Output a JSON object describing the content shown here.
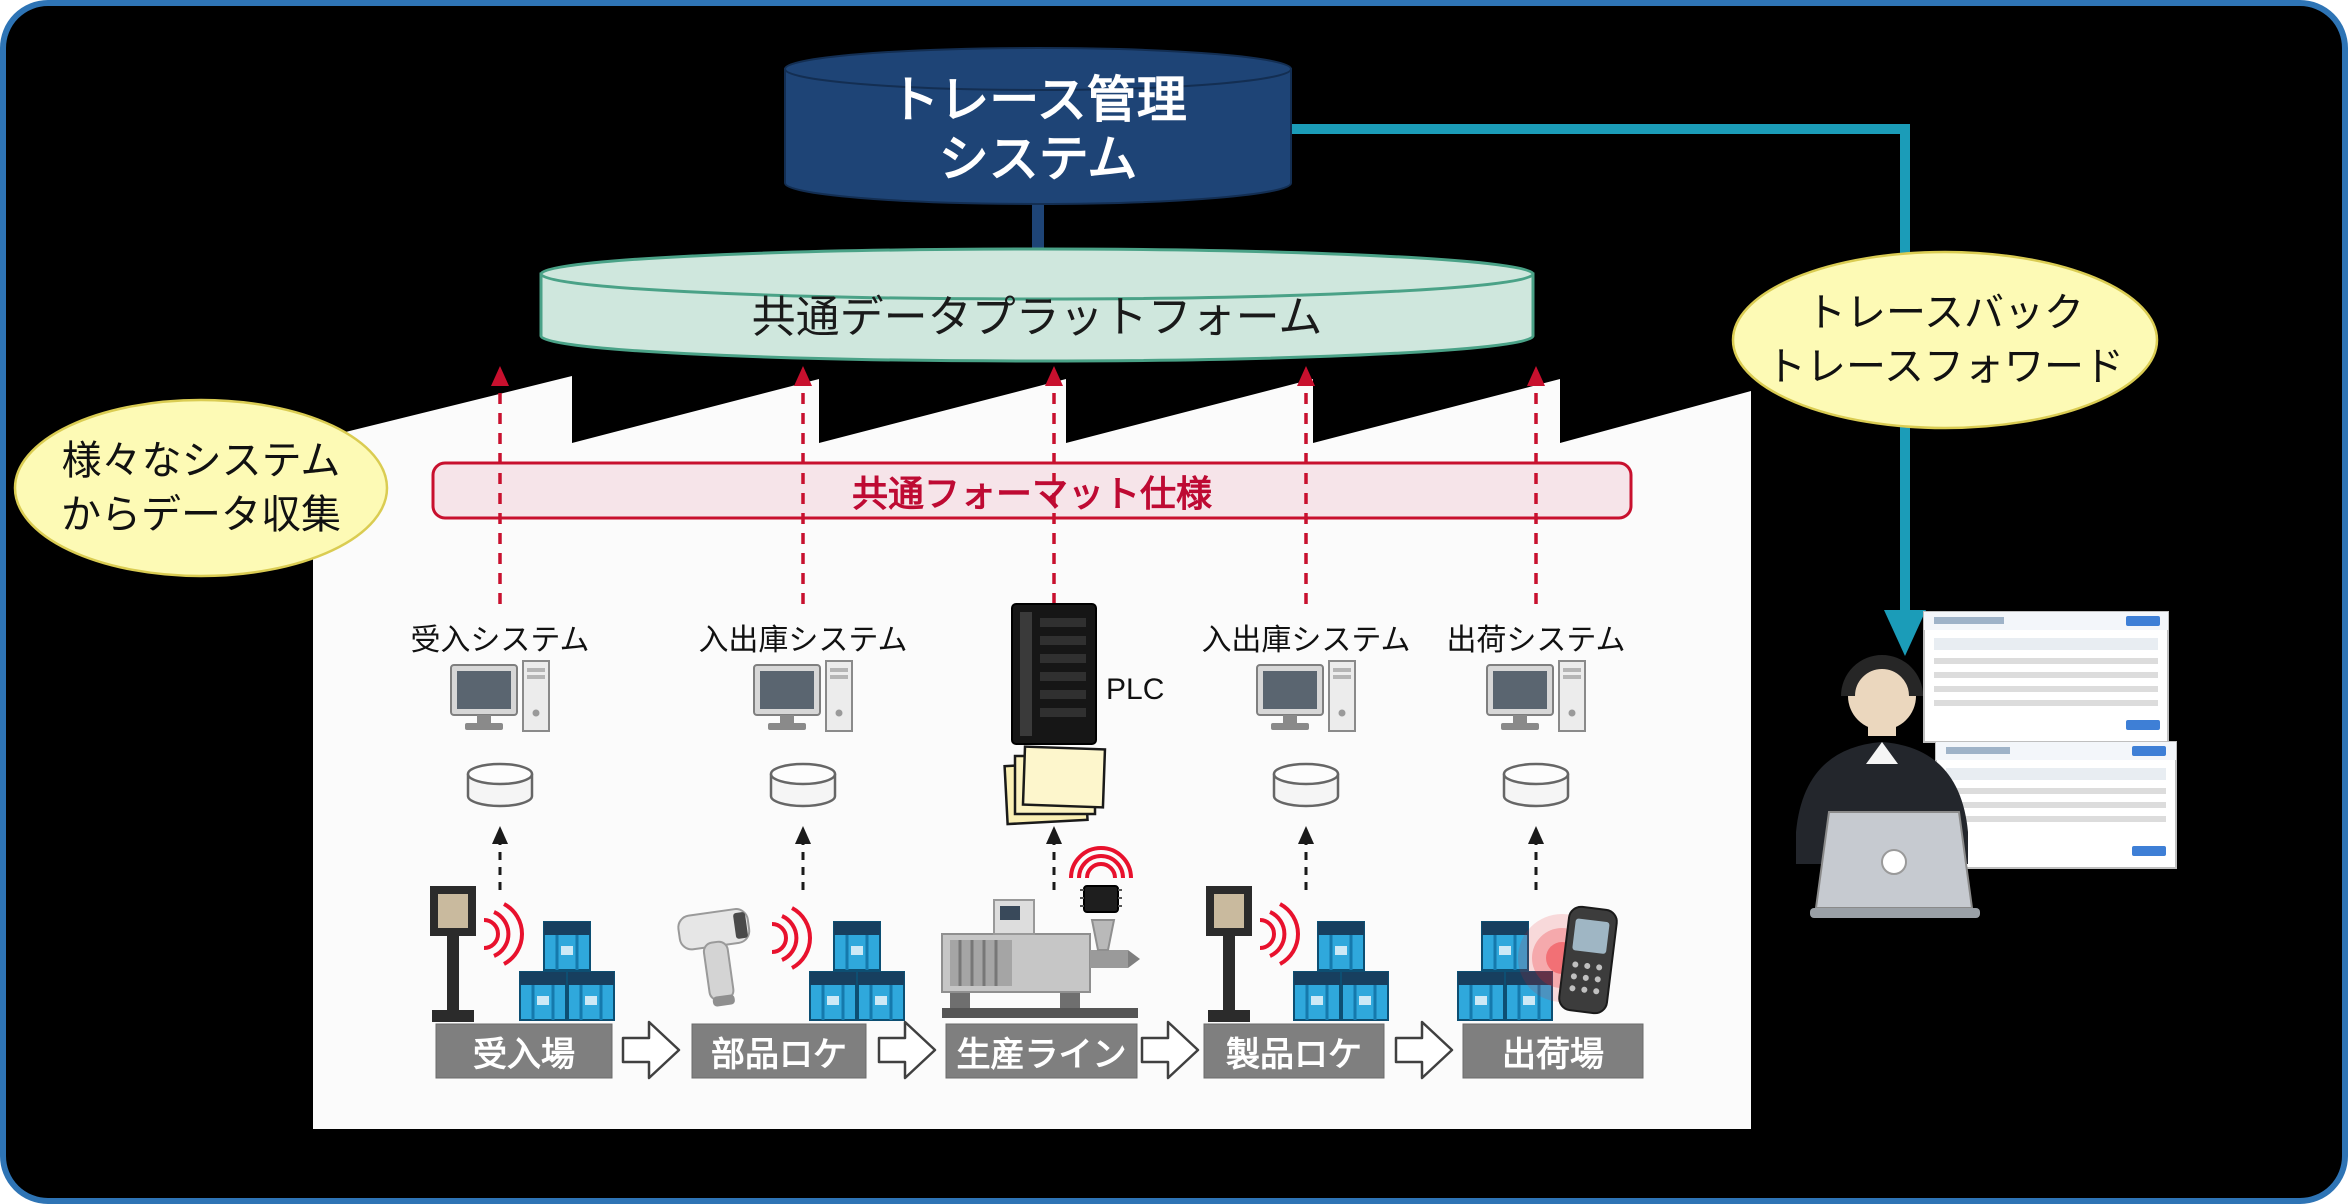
{
  "trace_system": {
    "line1": "トレース管理",
    "line2": "システム",
    "fill": "#1E4476"
  },
  "platform": {
    "label": "共通データプラットフォーム",
    "fill": "#CFE7DD",
    "border": "#4AA287"
  },
  "format_banner": {
    "label": "共通フォーマット仕様",
    "text_color": "#BE0A33",
    "fill": "#F6E4E9",
    "border": "#C8102E"
  },
  "bubbles": {
    "left": {
      "line1": "様々なシステム",
      "line2": "からデータ収集",
      "fill": "#FDFAB5"
    },
    "right": {
      "line1": "トレースバック",
      "line2": "トレースフォワード",
      "fill": "#FDFAB5"
    }
  },
  "systems": [
    {
      "label": "受入システム"
    },
    {
      "label": "入出庫システム"
    },
    {
      "label": "PLC"
    },
    {
      "label": "入出庫システム"
    },
    {
      "label": "出荷システム"
    }
  ],
  "stations": [
    {
      "label": "受入場"
    },
    {
      "label": "部品ロケ"
    },
    {
      "label": "生産ライン"
    },
    {
      "label": "製品ロケ"
    },
    {
      "label": "出荷場"
    }
  ],
  "colors": {
    "arrow_red": "#C8102E",
    "teal_connector": "#1B9CB8",
    "station_gray": "#7F7F7F",
    "crate_blue": "#2FA8DC",
    "bubble_yellow": "#FDFAB5",
    "outer_border": "#2E74B5"
  }
}
